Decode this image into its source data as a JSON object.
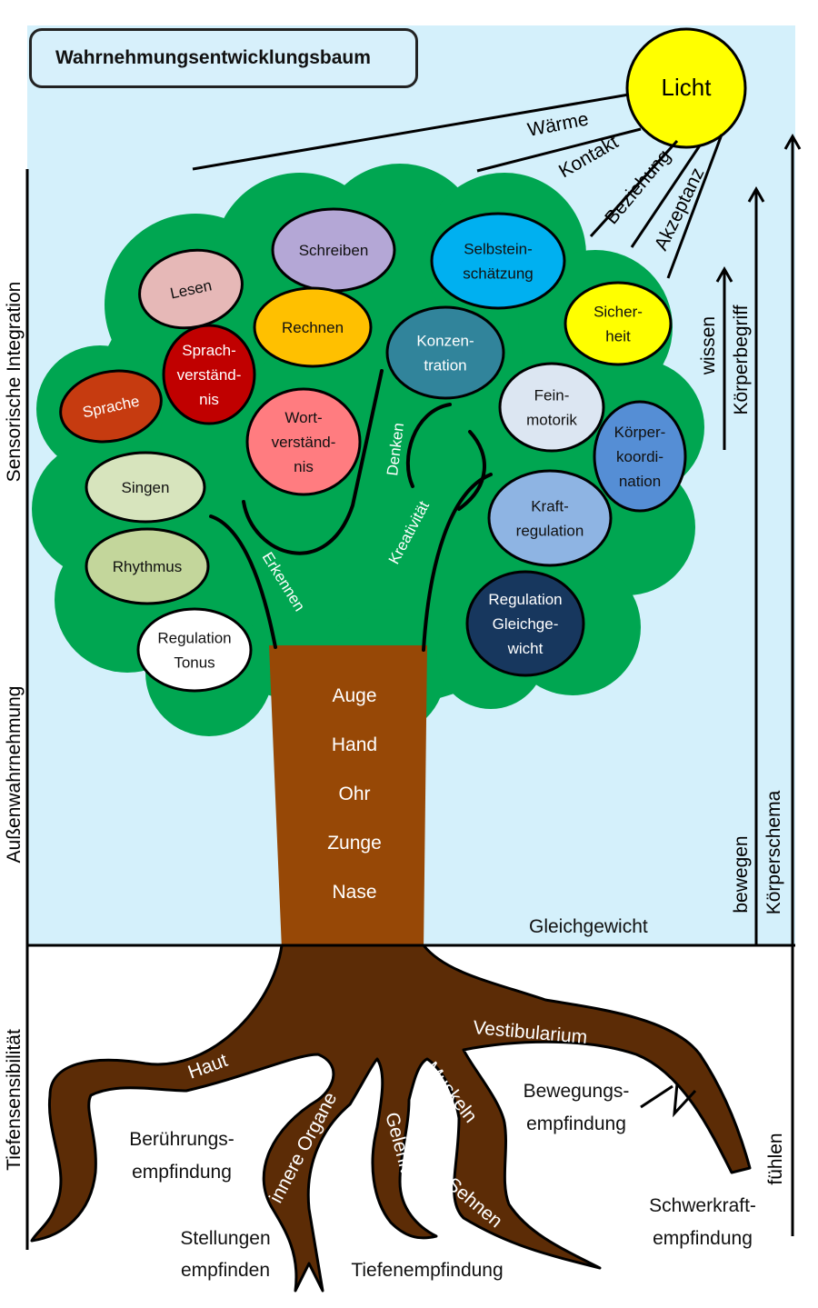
{
  "title": "Wahrnehmungsentwicklungsbaum",
  "colors": {
    "sky": "#d4f0fb",
    "crown": "#00a651",
    "trunk": "#974806",
    "roots": "#5c2c06",
    "sun": "#ffff00"
  },
  "sun": {
    "label": "Licht"
  },
  "rays": [
    "Wärme",
    "Kontakt",
    "Beziehung",
    "Akzeptanz"
  ],
  "left_axis": {
    "top": "Sensorische Integration",
    "middle": "Außenwahrnehmung",
    "bottom": "Tiefensensibilität"
  },
  "right_axis": {
    "wissen": "wissen",
    "koerperbegriff": "Körperbegriff",
    "bewegen": "bewegen",
    "koerperschema": "Körperschema",
    "fuehlen": "fühlen"
  },
  "ground_label": "Gleichgewicht",
  "branch_labels": {
    "erkennen": "Erkennen",
    "denken": "Denken",
    "kreativitaet": "Kreativität"
  },
  "leaves": [
    {
      "id": "schreiben",
      "lines": [
        "Schreiben"
      ],
      "color": "#b4a7d6",
      "text_color": "#111111"
    },
    {
      "id": "lesen",
      "lines": [
        "Lesen"
      ],
      "color": "#e6b8b7",
      "text_color": "#111111"
    },
    {
      "id": "rechnen",
      "lines": [
        "Rechnen"
      ],
      "color": "#ffc000",
      "text_color": "#111111"
    },
    {
      "id": "sprachverstaendnis",
      "lines": [
        "Sprach-",
        "verständ-",
        "nis"
      ],
      "color": "#c00000",
      "text_color": "#ffffff"
    },
    {
      "id": "sprache",
      "lines": [
        "Sprache"
      ],
      "color": "#c63b10",
      "text_color": "#ffffff"
    },
    {
      "id": "wortverstaendnis",
      "lines": [
        "Wort-",
        "verständ-",
        "nis"
      ],
      "color": "#ff7c80",
      "text_color": "#111111"
    },
    {
      "id": "singen",
      "lines": [
        "Singen"
      ],
      "color": "#d7e4bd",
      "text_color": "#111111"
    },
    {
      "id": "rhythmus",
      "lines": [
        "Rhythmus"
      ],
      "color": "#c3d69b",
      "text_color": "#111111"
    },
    {
      "id": "regulation-tonus",
      "lines": [
        "Regulation",
        "Tonus"
      ],
      "color": "#ffffff",
      "text_color": "#111111"
    },
    {
      "id": "selbsteinschaetzung",
      "lines": [
        "Selbstein-",
        "schätzung"
      ],
      "color": "#00b0f0",
      "text_color": "#111111"
    },
    {
      "id": "sicherheit",
      "lines": [
        "Sicher-",
        "heit"
      ],
      "color": "#ffff00",
      "text_color": "#111111"
    },
    {
      "id": "konzentration",
      "lines": [
        "Konzen-",
        "tration"
      ],
      "color": "#31849b",
      "text_color": "#ffffff"
    },
    {
      "id": "feinmotorik",
      "lines": [
        "Fein-",
        "motorik"
      ],
      "color": "#dce6f2",
      "text_color": "#111111"
    },
    {
      "id": "koerperkoordination",
      "lines": [
        "Körper-",
        "koordi-",
        "nation"
      ],
      "color": "#558ed5",
      "text_color": "#111111"
    },
    {
      "id": "kraftregulation",
      "lines": [
        "Kraft-",
        "regulation"
      ],
      "color": "#8eb4e3",
      "text_color": "#111111"
    },
    {
      "id": "regulation-gleichgewicht",
      "lines": [
        "Regulation",
        "Gleichge-",
        "wicht"
      ],
      "color": "#17375e",
      "text_color": "#ffffff"
    }
  ],
  "trunk_senses": [
    "Auge",
    "Hand",
    "Ohr",
    "Zunge",
    "Nase"
  ],
  "root_labels": {
    "haut": "Haut",
    "innere_organe": "innere Organe",
    "gelenke": "Gelenke",
    "muskeln": "Muskeln",
    "sehnen": "Sehnen",
    "vestibularium": "Vestibularium"
  },
  "ground_labels": {
    "beruehrung_1": "Berührungs-",
    "beruehrung_2": "empfindung",
    "stellungen_1": "Stellungen",
    "stellungen_2": "empfinden",
    "tiefen": "Tiefenempfindung",
    "bewegung_1": "Bewegungs-",
    "bewegung_2": "empfindung",
    "schwerkraft_1": "Schwerkraft-",
    "schwerkraft_2": "empfindung"
  }
}
